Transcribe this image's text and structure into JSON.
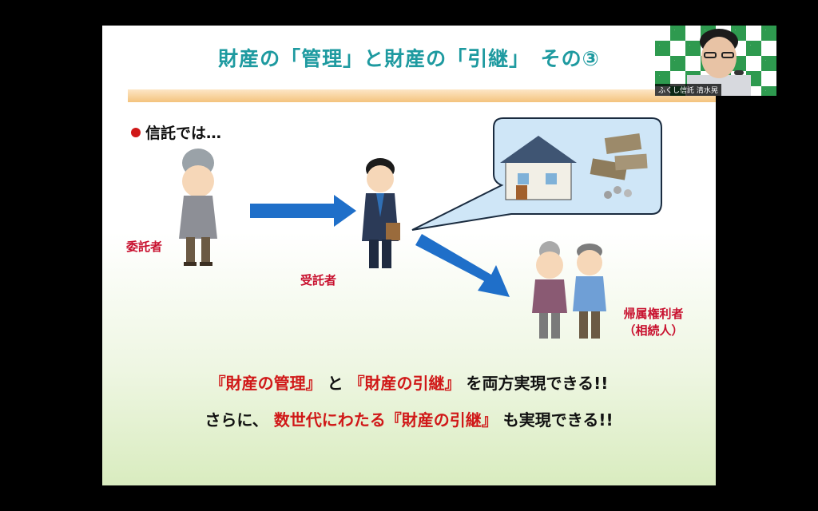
{
  "slide": {
    "title": "財産の「管理」と財産の「引継」　その③",
    "bullet": "信託では…",
    "roles": {
      "settlor": "委託者",
      "trustee": "受託者",
      "beneficiary_line1": "帰属権利者",
      "beneficiary_line2": "（相続人）"
    },
    "message1": {
      "part1": "『財産の管理』",
      "part2": "と",
      "part3": "『財産の引継』",
      "part4": "を両方実現できる!!"
    },
    "message2": {
      "part1": "さらに、",
      "part2": "数世代にわたる『財産の引継』",
      "part3": "も実現できる!!"
    }
  },
  "webcam": {
    "name": "ふくし信託 清水晃"
  },
  "colors": {
    "title": "#1e9aa0",
    "accent_red": "#d01818",
    "arrow_blue": "#1f6fc9",
    "bubble_blue": "#cfe6f7"
  }
}
